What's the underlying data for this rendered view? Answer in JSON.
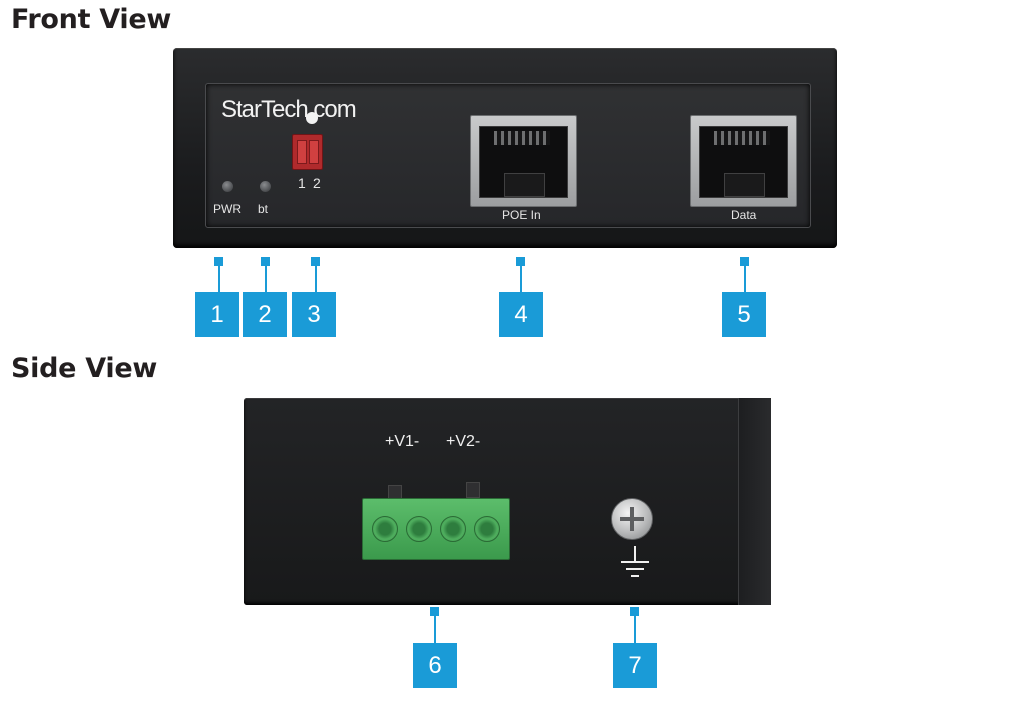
{
  "titles": {
    "front": "Front View",
    "side": "Side View"
  },
  "front": {
    "brand": "StarTech.com",
    "led_labels": [
      "PWR",
      "bt"
    ],
    "dip_labels": [
      "1",
      "2"
    ],
    "port_labels": [
      "POE In",
      "Data"
    ]
  },
  "side": {
    "terminal_labels": [
      "+V1-",
      "+V2-"
    ]
  },
  "callouts": [
    "1",
    "2",
    "3",
    "4",
    "5",
    "6",
    "7"
  ],
  "colors": {
    "callout": "#1a9bd7",
    "device": "#1f2022",
    "terminal": "#4caf5c",
    "dip_switch": "#b02a2c"
  }
}
